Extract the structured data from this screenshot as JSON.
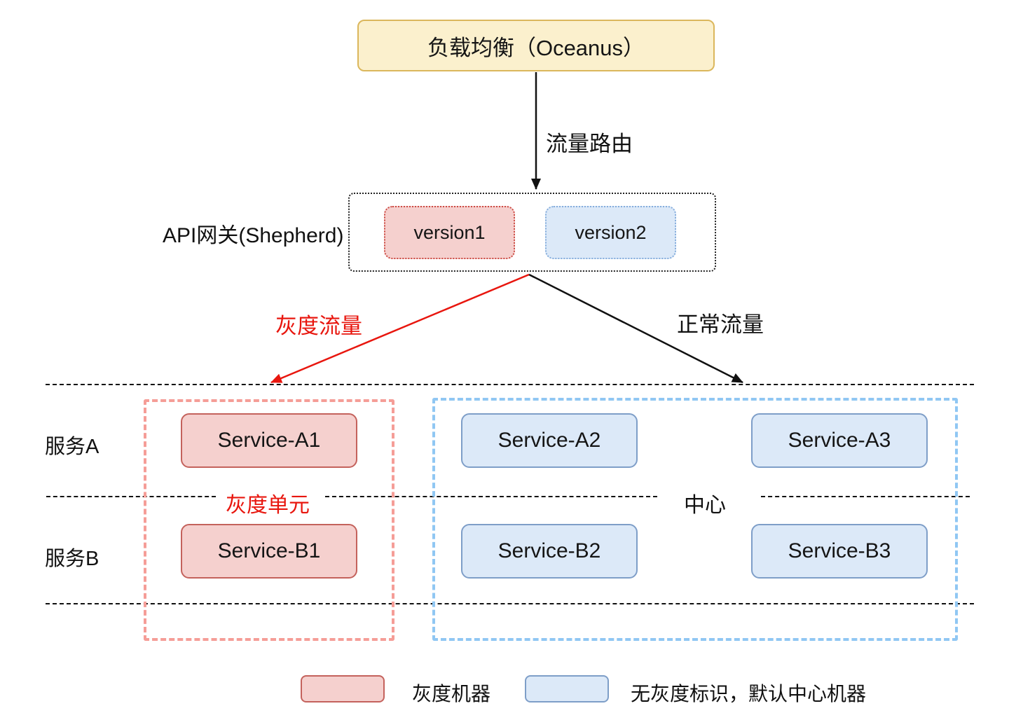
{
  "diagram": {
    "title_node": "负载均衡（Oceanus）",
    "route_label": "流量路由",
    "gateway": {
      "label": "API网关(Shepherd)",
      "version1": "version1",
      "version2": "version2"
    },
    "traffic": {
      "gray": "灰度流量",
      "normal": "正常流量"
    },
    "rows": {
      "service_a": "服务A",
      "service_b": "服务B"
    },
    "groups": {
      "gray_unit": "灰度单元",
      "center": "中心"
    },
    "services": {
      "a1": "Service-A1",
      "a2": "Service-A2",
      "a3": "Service-A3",
      "b1": "Service-B1",
      "b2": "Service-B2",
      "b3": "Service-B3"
    },
    "legend": {
      "gray_label": "灰度机器",
      "blue_label": "无灰度标识，默认中心机器"
    },
    "colors": {
      "yellow_fill": "#FBF0CD",
      "yellow_border": "#DBB75C",
      "pink_fill": "#F5D0CE",
      "pink_border": "#C4625C",
      "blue_fill": "#DCE9F8",
      "blue_border": "#7E9EC8",
      "red": "#E8160E",
      "salmon_dash": "#F59D97",
      "blue_dash": "#90C7F3"
    }
  }
}
